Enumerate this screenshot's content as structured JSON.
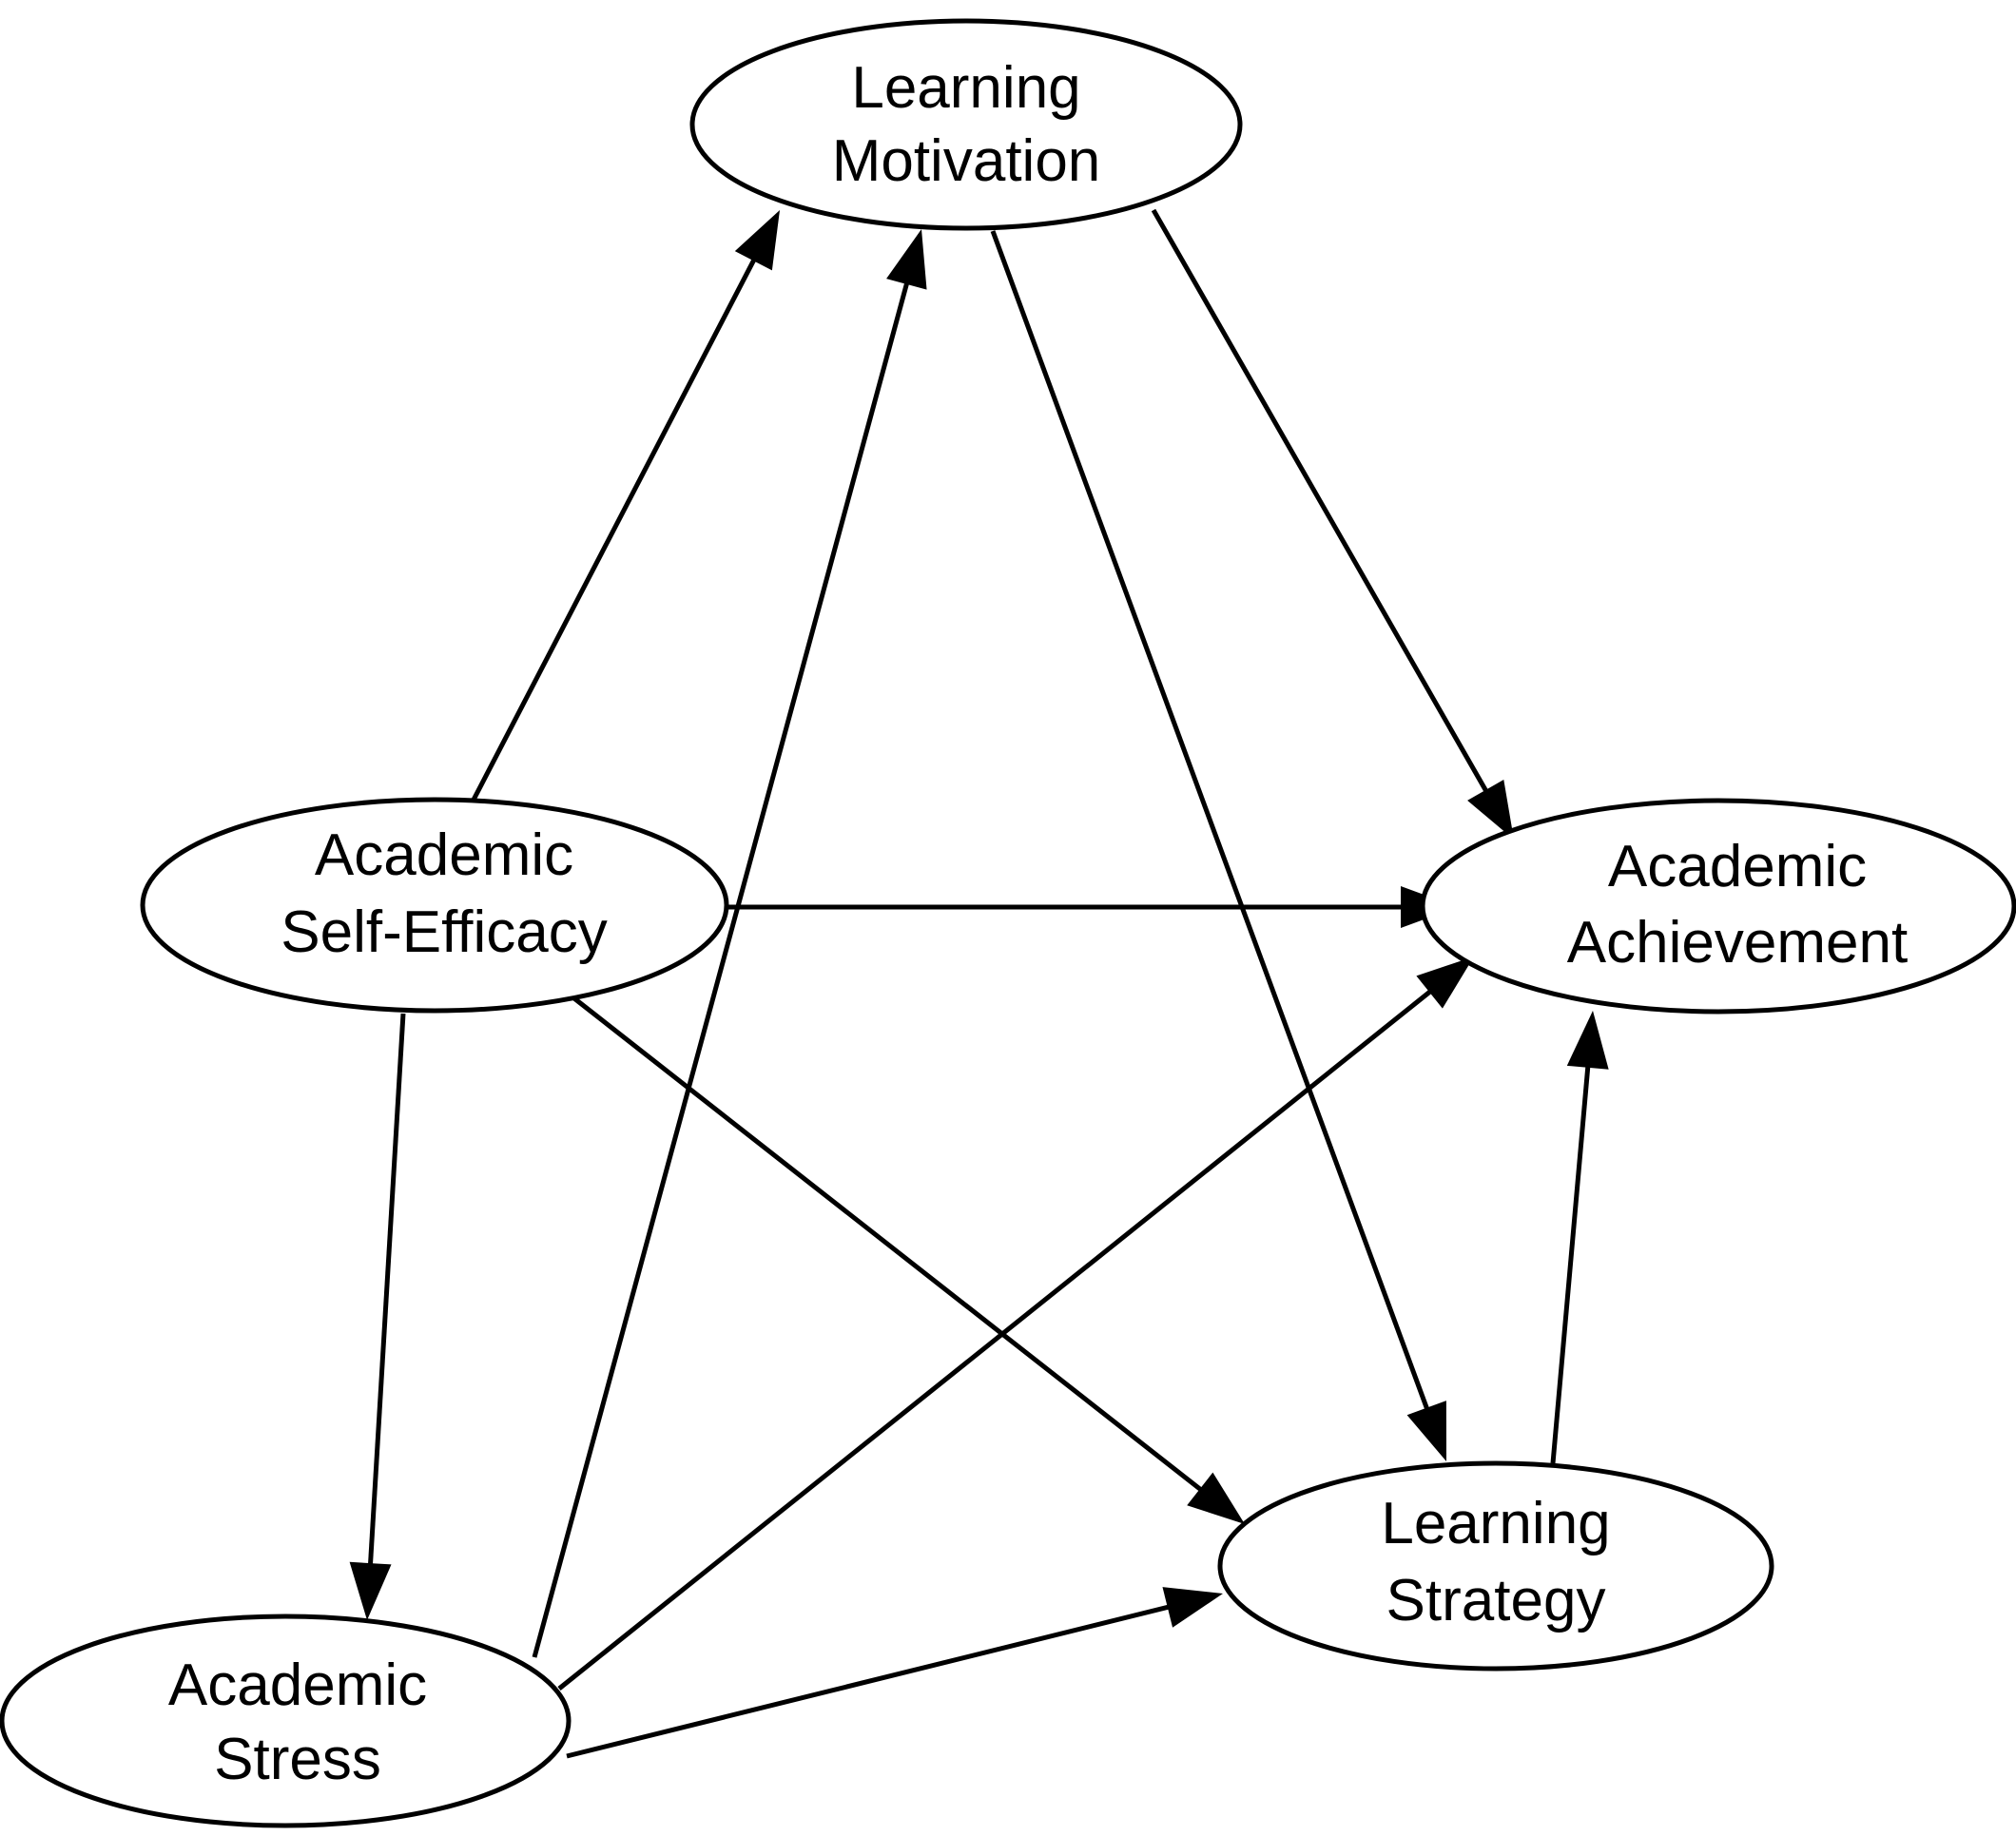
{
  "diagram": {
    "colors": {
      "stroke": "#000000",
      "fill": "#ffffff",
      "text": "#000000"
    },
    "nodes": {
      "learning_motivation": [
        "Learning",
        "Motivation"
      ],
      "academic_self_efficacy": [
        "Academic",
        "Self-Efficacy"
      ],
      "academic_achievement": [
        "Academic",
        "Achievement"
      ],
      "learning_strategy": [
        "Learning",
        "Strategy"
      ],
      "academic_stress": [
        "Academic",
        "Stress"
      ]
    },
    "edges": [
      {
        "from": "academic_self_efficacy",
        "to": "learning_motivation"
      },
      {
        "from": "academic_stress",
        "to": "learning_motivation"
      },
      {
        "from": "learning_motivation",
        "to": "learning_strategy"
      },
      {
        "from": "learning_motivation",
        "to": "academic_achievement"
      },
      {
        "from": "academic_self_efficacy",
        "to": "academic_achievement"
      },
      {
        "from": "academic_self_efficacy",
        "to": "academic_stress"
      },
      {
        "from": "academic_self_efficacy",
        "to": "learning_strategy"
      },
      {
        "from": "academic_stress",
        "to": "academic_achievement"
      },
      {
        "from": "academic_stress",
        "to": "learning_strategy"
      },
      {
        "from": "learning_strategy",
        "to": "academic_achievement"
      }
    ]
  }
}
